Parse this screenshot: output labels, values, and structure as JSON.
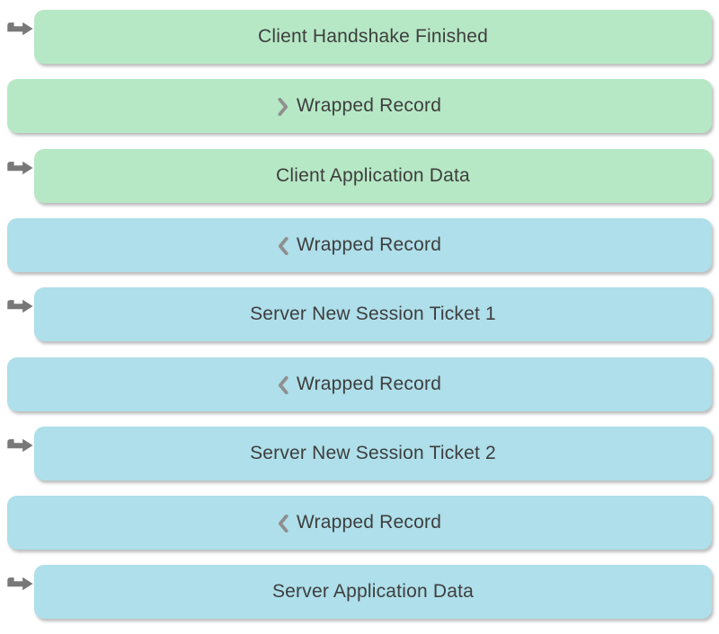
{
  "page": {
    "background": "#ffffff"
  },
  "colors": {
    "client_fill": "#b6e8c5",
    "server_fill": "#aedfea",
    "text": "#3e3e3e",
    "chevron": "#8f8f8f",
    "arrow": "#787878",
    "shadow": "rgba(110,110,110,0.45)"
  },
  "icons": {
    "pointer_arrow": "record-pointer-arrow-icon",
    "chevron_right": "chevron-right-icon",
    "chevron_left": "chevron-left-icon"
  },
  "rows": [
    {
      "label": "Client Handshake Finished",
      "side": "client",
      "arrow": true,
      "chevron": null
    },
    {
      "label": "Wrapped Record",
      "side": "client",
      "arrow": false,
      "chevron": "right"
    },
    {
      "label": "Client Application Data",
      "side": "client",
      "arrow": true,
      "chevron": null
    },
    {
      "label": "Wrapped Record",
      "side": "server",
      "arrow": false,
      "chevron": "left"
    },
    {
      "label": "Server New Session Ticket 1",
      "side": "server",
      "arrow": true,
      "chevron": null
    },
    {
      "label": "Wrapped Record",
      "side": "server",
      "arrow": false,
      "chevron": "left"
    },
    {
      "label": "Server New Session Ticket 2",
      "side": "server",
      "arrow": true,
      "chevron": null
    },
    {
      "label": "Wrapped Record",
      "side": "server",
      "arrow": false,
      "chevron": "left"
    },
    {
      "label": "Server Application Data",
      "side": "server",
      "arrow": true,
      "chevron": null
    }
  ]
}
